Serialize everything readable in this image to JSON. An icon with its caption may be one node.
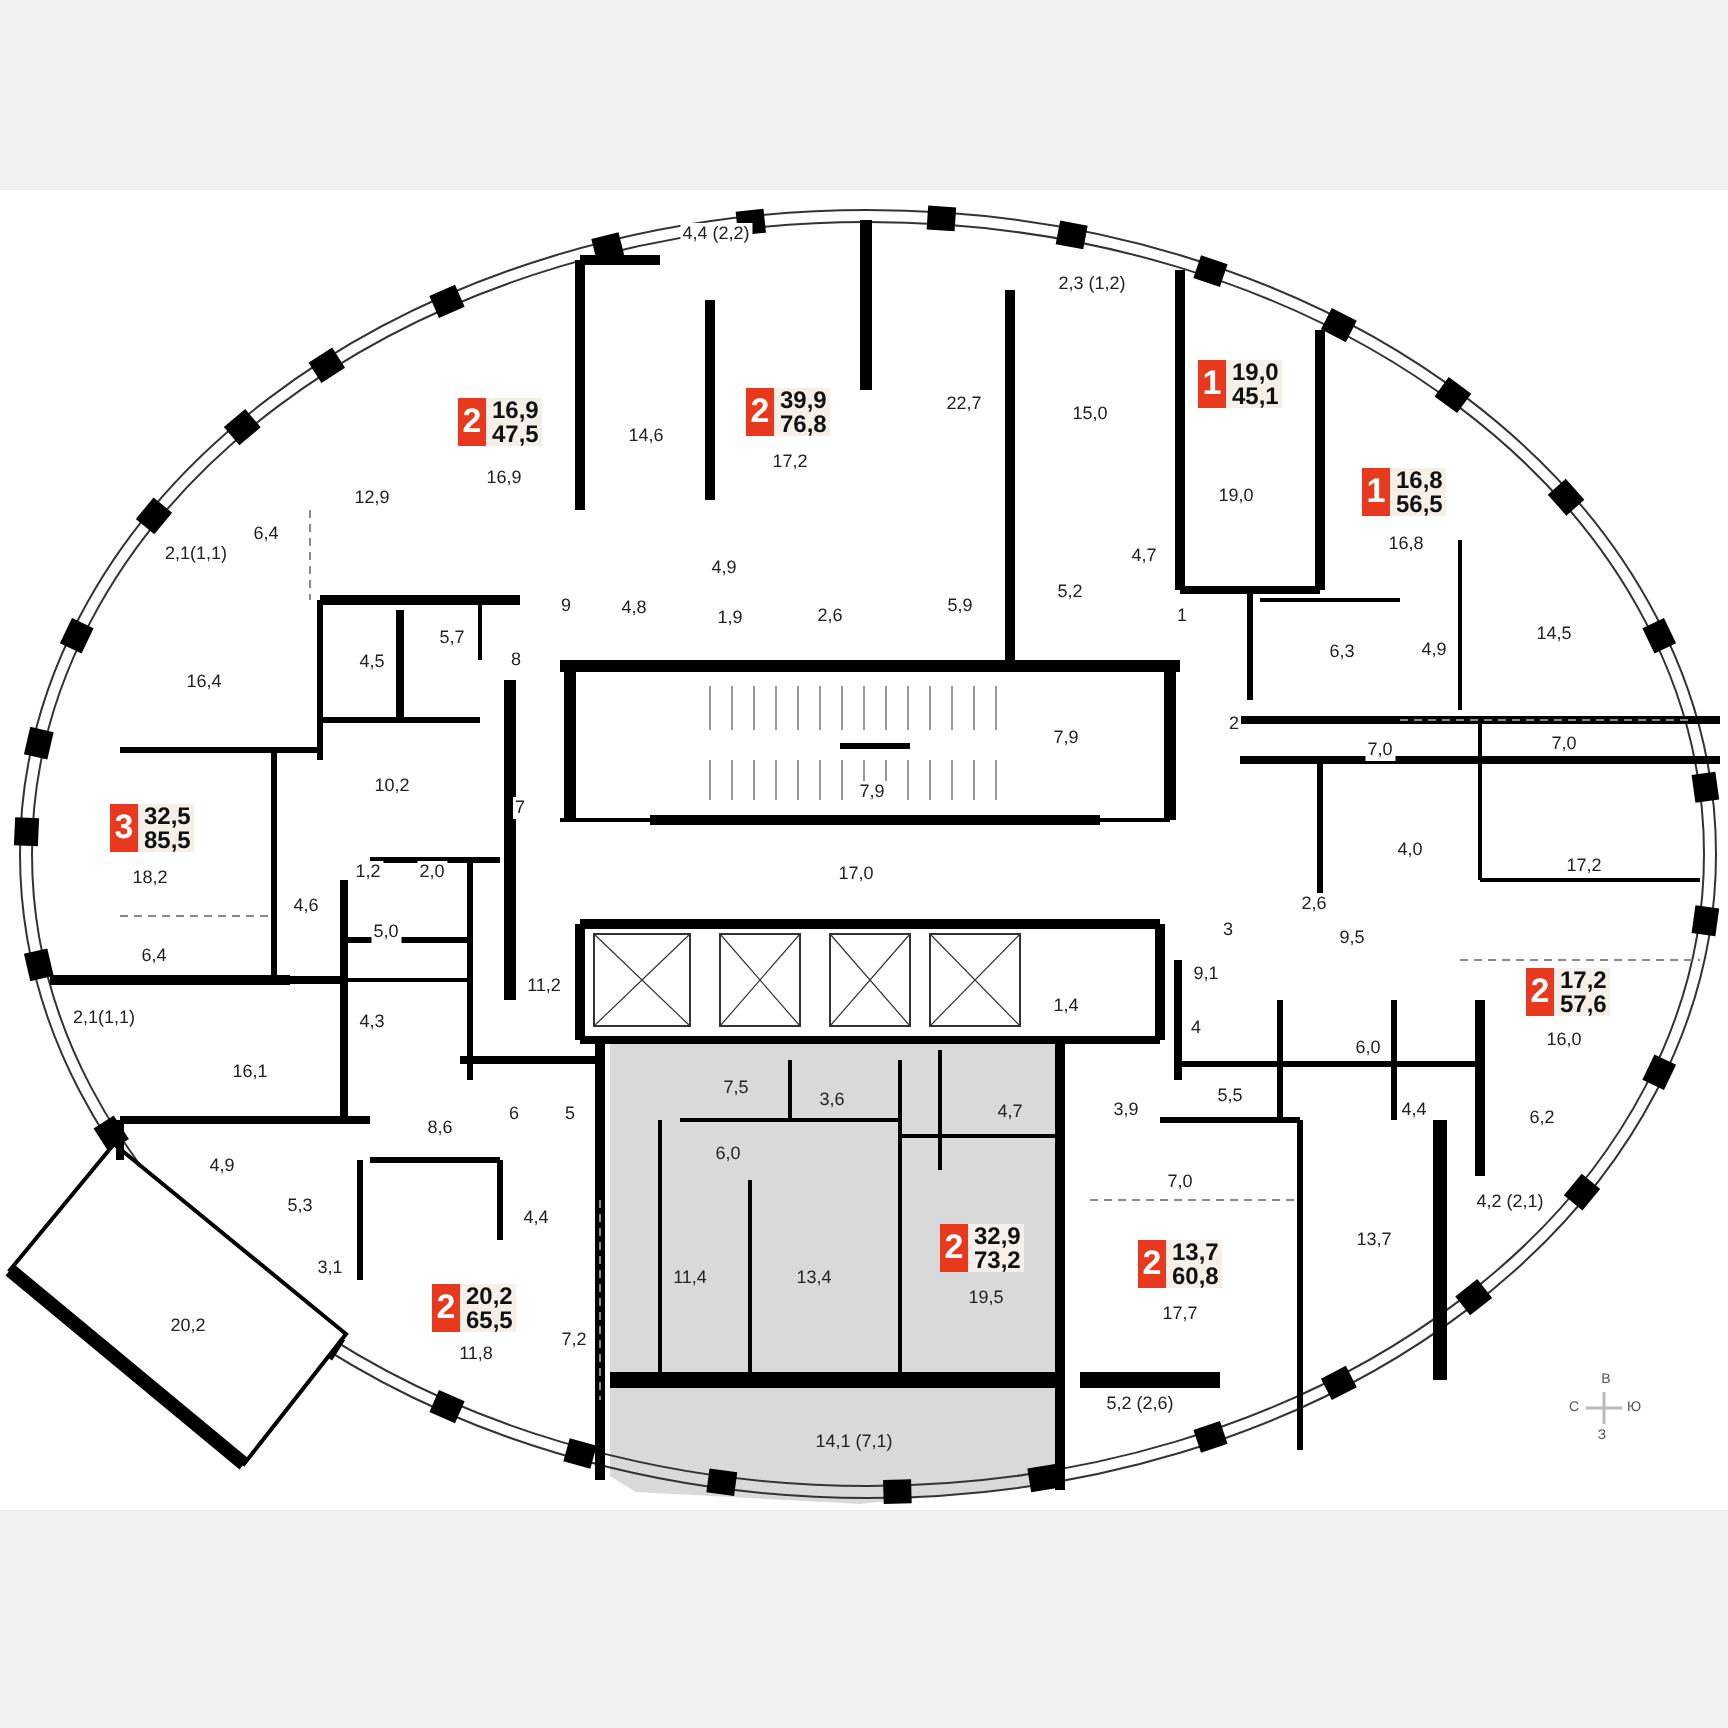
{
  "diagram": {
    "nodes": [
      {
        "text": [
          "2",
          "16,9",
          "47,5"
        ]
      },
      {
        "text": [
          "2",
          "39,9",
          "76,8"
        ]
      },
      {
        "text": [
          "1",
          "19,0",
          "45,1"
        ]
      },
      {
        "text": [
          "1",
          "16,8",
          "56,5"
        ]
      },
      {
        "text": [
          "3",
          "32,5",
          "85,5"
        ]
      },
      {
        "text": [
          "2",
          "17,2",
          "57,6"
        ]
      },
      {
        "text": [
          "2",
          "32,9",
          "73,2"
        ]
      },
      {
        "text": [
          "2",
          "13,7",
          "60,8"
        ]
      },
      {
        "text": [
          "2",
          "20,2",
          "65,5"
        ]
      }
    ],
    "labels": [
      "4,4 (2,2)",
      "2,3 (1,2)",
      "22,7",
      "15,0",
      "14,6",
      "17,2",
      "12,9",
      "16,9",
      "19,0",
      "16,8",
      "6,4",
      "2,1(1,1)",
      "4,7",
      "4,9",
      "9",
      "4,8",
      "1,9",
      "2,6",
      "5,9",
      "5,2",
      "1",
      "4,5",
      "5,7",
      "8",
      "6,3",
      "4,9",
      "14,5",
      "16,4",
      "7,9",
      "2",
      "7,0",
      "7,0",
      "10,2",
      "7",
      "7,9",
      "18,2",
      "1,2",
      "2,0",
      "2,6",
      "4,0",
      "17,2",
      "17,0",
      "4,6",
      "5,0",
      "6,4",
      "9,5",
      "3",
      "9,1",
      "11,2",
      "2,1(1,1)",
      "4,3",
      "1,4",
      "16,0",
      "4",
      "6,0",
      "16,1",
      "7,5",
      "3,6",
      "4,7",
      "3,9",
      "5,5",
      "4,4",
      "6,2",
      "8,6",
      "6",
      "5",
      "6,0",
      "4,9",
      "5,3",
      "4,4",
      "7,0",
      "4,2 (2,1)",
      "3,1",
      "11,4",
      "13,4",
      "19,5",
      "13,7",
      "20,2",
      "7,2",
      "17,7",
      "11,8",
      "5,2 (2,6)",
      "14,1 (7,1)",
      "В",
      "С",
      "Ю",
      "З"
    ]
  }
}
